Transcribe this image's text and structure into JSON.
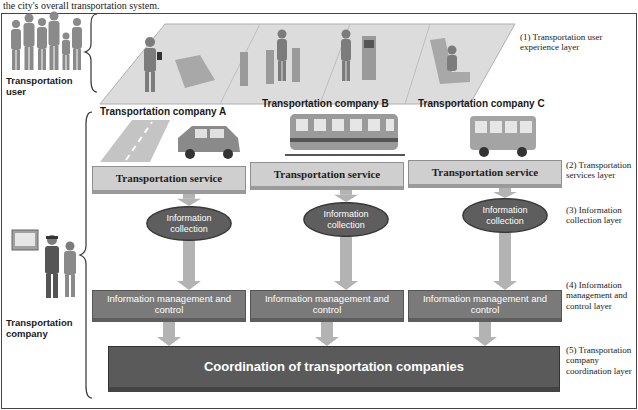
{
  "diagram": {
    "nodes": [
      {
        "text": [
          "Transportation service"
        ]
      },
      {
        "text": [
          "Transportation service"
        ]
      },
      {
        "text": [
          "Transportation service"
        ]
      },
      {
        "text": [
          "Information collection"
        ]
      },
      {
        "text": [
          "Information collection"
        ]
      },
      {
        "text": [
          "Information collection"
        ]
      },
      {
        "text": [
          "Information management and control"
        ]
      },
      {
        "text": [
          "Information management and control"
        ]
      },
      {
        "text": [
          "Information management and control"
        ]
      },
      {
        "text": [
          "Coordination of transportation companies"
        ]
      }
    ],
    "edges": [
      {
        "from": 0,
        "to": 3,
        "arrow": "to"
      },
      {
        "from": 3,
        "to": 6,
        "arrow": "to"
      },
      {
        "from": 6,
        "to": 9,
        "arrow": "to"
      },
      {
        "from": 1,
        "to": 4,
        "arrow": "to"
      },
      {
        "from": 4,
        "to": 7,
        "arrow": "to"
      },
      {
        "from": 7,
        "to": 9,
        "arrow": "to"
      },
      {
        "from": 2,
        "to": 5,
        "arrow": "to"
      },
      {
        "from": 5,
        "to": 8,
        "arrow": "to"
      },
      {
        "from": 8,
        "to": 9,
        "arrow": "to"
      }
    ],
    "labels": [
      "the city's overall transportation system.",
      "Transportation user",
      "Transportation company",
      "Transportation company A",
      "Transportation company B",
      "Transportation company C",
      "(1) Transportation user experience layer",
      "(2) Transportation services layer",
      "(3) Information collection layer",
      "(4) Information management and control layer",
      "(5) Transportation company coordination layer"
    ]
  }
}
